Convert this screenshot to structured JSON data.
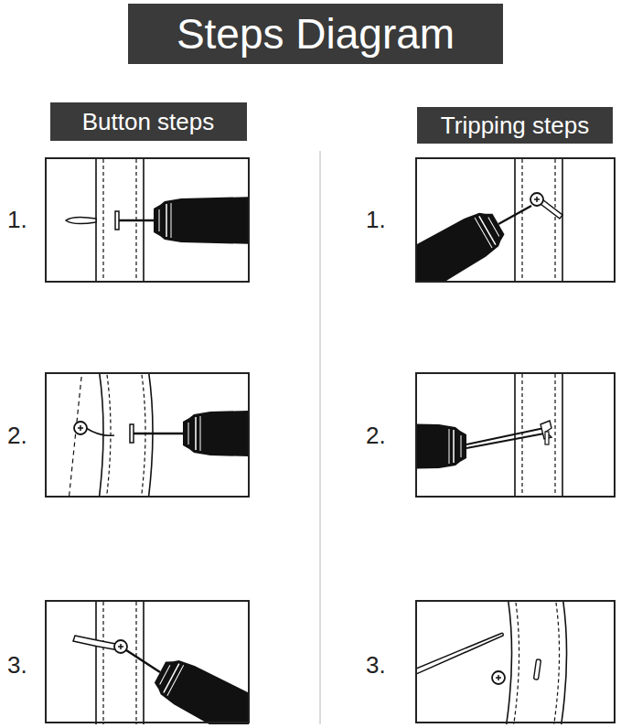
{
  "diagram": {
    "title": "Steps Diagram",
    "nodes": [
      {
        "text": [
          "Button steps"
        ]
      },
      {
        "text": [
          "Tripping steps"
        ]
      }
    ],
    "labels": [
      "1.",
      "2.",
      "3.",
      "1.",
      "2.",
      "3."
    ]
  }
}
